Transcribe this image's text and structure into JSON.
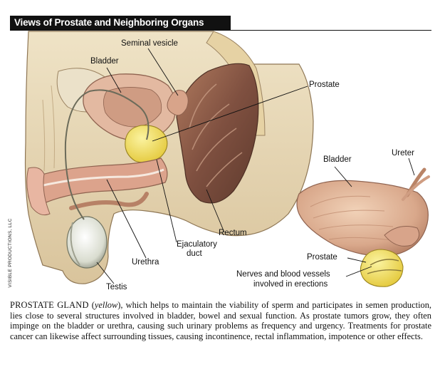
{
  "header": {
    "title": "Views of Prostate and Neighboring Organs"
  },
  "credit": "VISIBLE PRODUCTIONS, LLC",
  "labels": {
    "seminal_vesicle": "Seminal vesicle",
    "bladder_left": "Bladder",
    "prostate_left": "Prostate",
    "bladder_right": "Bladder",
    "ureter": "Ureter",
    "rectum": "Rectum",
    "ejaculatory_duct_1": "Ejaculatory",
    "ejaculatory_duct_2": "duct",
    "urethra": "Urethra",
    "testis": "Testis",
    "prostate_right": "Prostate",
    "nerves_1": "Nerves and blood vessels",
    "nerves_2": "involved in erections"
  },
  "caption": {
    "lead": "PROSTATE GLAND",
    "open_paren": " (",
    "italic": "yellow",
    "rest": "), which helps to maintain the viability of sperm and participates in semen production, lies close to several structures involved in bladder, bowel and sexual function. As prostate tumors grow, they often impinge on the bladder or urethra, causing such urinary problems as frequency and urgency. Treatments for prostate cancer can likewise affect surrounding tissues, causing incontinence, rectal inflammation, impotence or other effects."
  },
  "colors": {
    "prostate_yellow": "#f3e25a",
    "tissue_beige": "#e9dcc0",
    "tissue_shadow": "#cdb68f",
    "muscle_pink": "#d89e86",
    "rectum_brown": "#8a5a44",
    "bladder_pink": "#dcab8e"
  }
}
